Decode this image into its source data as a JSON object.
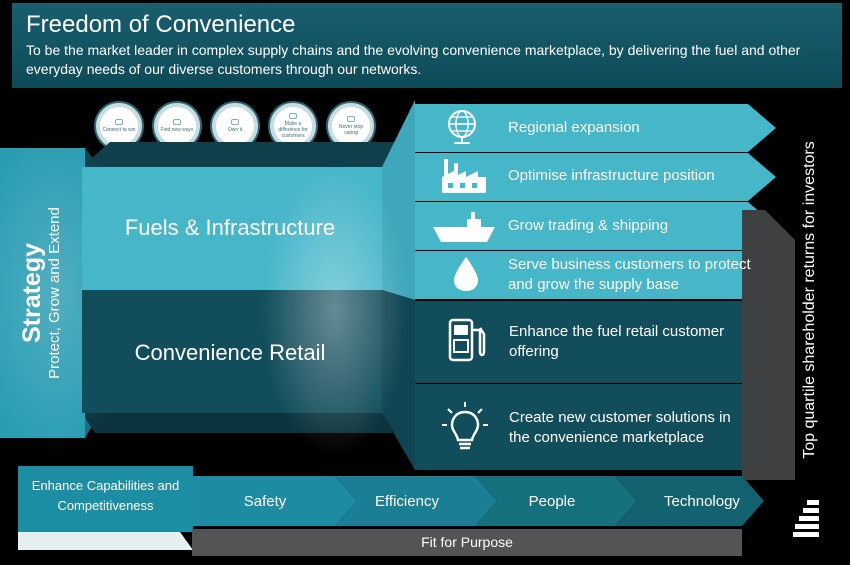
{
  "header": {
    "title": "Freedom of Convenience",
    "subtitle": "To be the market leader in complex supply chains and the evolving convenience marketplace, by delivering the fuel and other everyday needs of our diverse customers through our networks."
  },
  "values": [
    {
      "label": "Connect to win"
    },
    {
      "label": "Find new ways"
    },
    {
      "label": "Own it"
    },
    {
      "label": "Make a difference for customers"
    },
    {
      "label": "Never stop caring"
    }
  ],
  "strategy": {
    "title": "Strategy",
    "subtitle": "Protect, Grow and Extend"
  },
  "segments": {
    "fuels": "Fuels & Infrastructure",
    "retail": "Convenience Retail"
  },
  "initiatives": [
    {
      "text": "Regional expansion",
      "icon": "globe-icon"
    },
    {
      "text": "Optimise infrastructure position",
      "icon": "factory-icon"
    },
    {
      "text": "Grow trading & shipping",
      "icon": "ship-icon"
    },
    {
      "text": "Serve business customers to protect and grow the supply base",
      "icon": "droplet-icon"
    },
    {
      "text": "Enhance the fuel retail customer offering",
      "icon": "fuel-pump-icon"
    },
    {
      "text": "Create new customer solutions in the convenience marketplace",
      "icon": "lightbulb-icon"
    }
  ],
  "outcome": "Top quartile shareholder returns for investors",
  "foundation": {
    "enhance": "Enhance Capabilities and Competitiveness",
    "chevrons": [
      "Safety",
      "Efficiency",
      "People",
      "Technology"
    ],
    "fit": "Fit for Purpose"
  },
  "colors": {
    "light_teal": "#46b6c9",
    "dark_teal": "#124d5b",
    "header_teal": "#185f6e",
    "grey": "#525456"
  }
}
